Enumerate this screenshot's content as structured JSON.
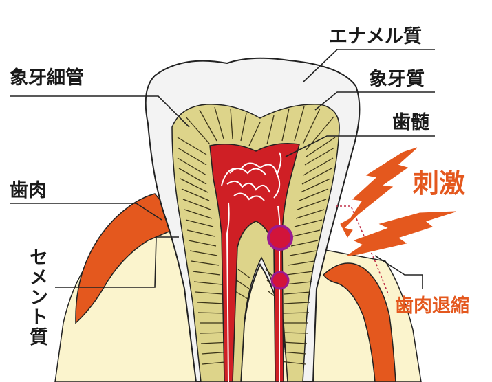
{
  "labels": {
    "enamel": "エナメル質",
    "dentinal_tubule": "象牙細管",
    "dentin": "象牙質",
    "pulp": "歯髄",
    "gum": "歯肉",
    "cementum": "セメント質",
    "stimulus": "刺激",
    "gum_recession": "歯肉退縮"
  },
  "colors": {
    "enamel": "#f3f3f3",
    "dentin": "#ddd48a",
    "pulp": "#cf1f25",
    "gum": "#e4581e",
    "bone": "#fbf4cd",
    "stimulus": "#e4581e",
    "text": "#1a1a1a"
  }
}
